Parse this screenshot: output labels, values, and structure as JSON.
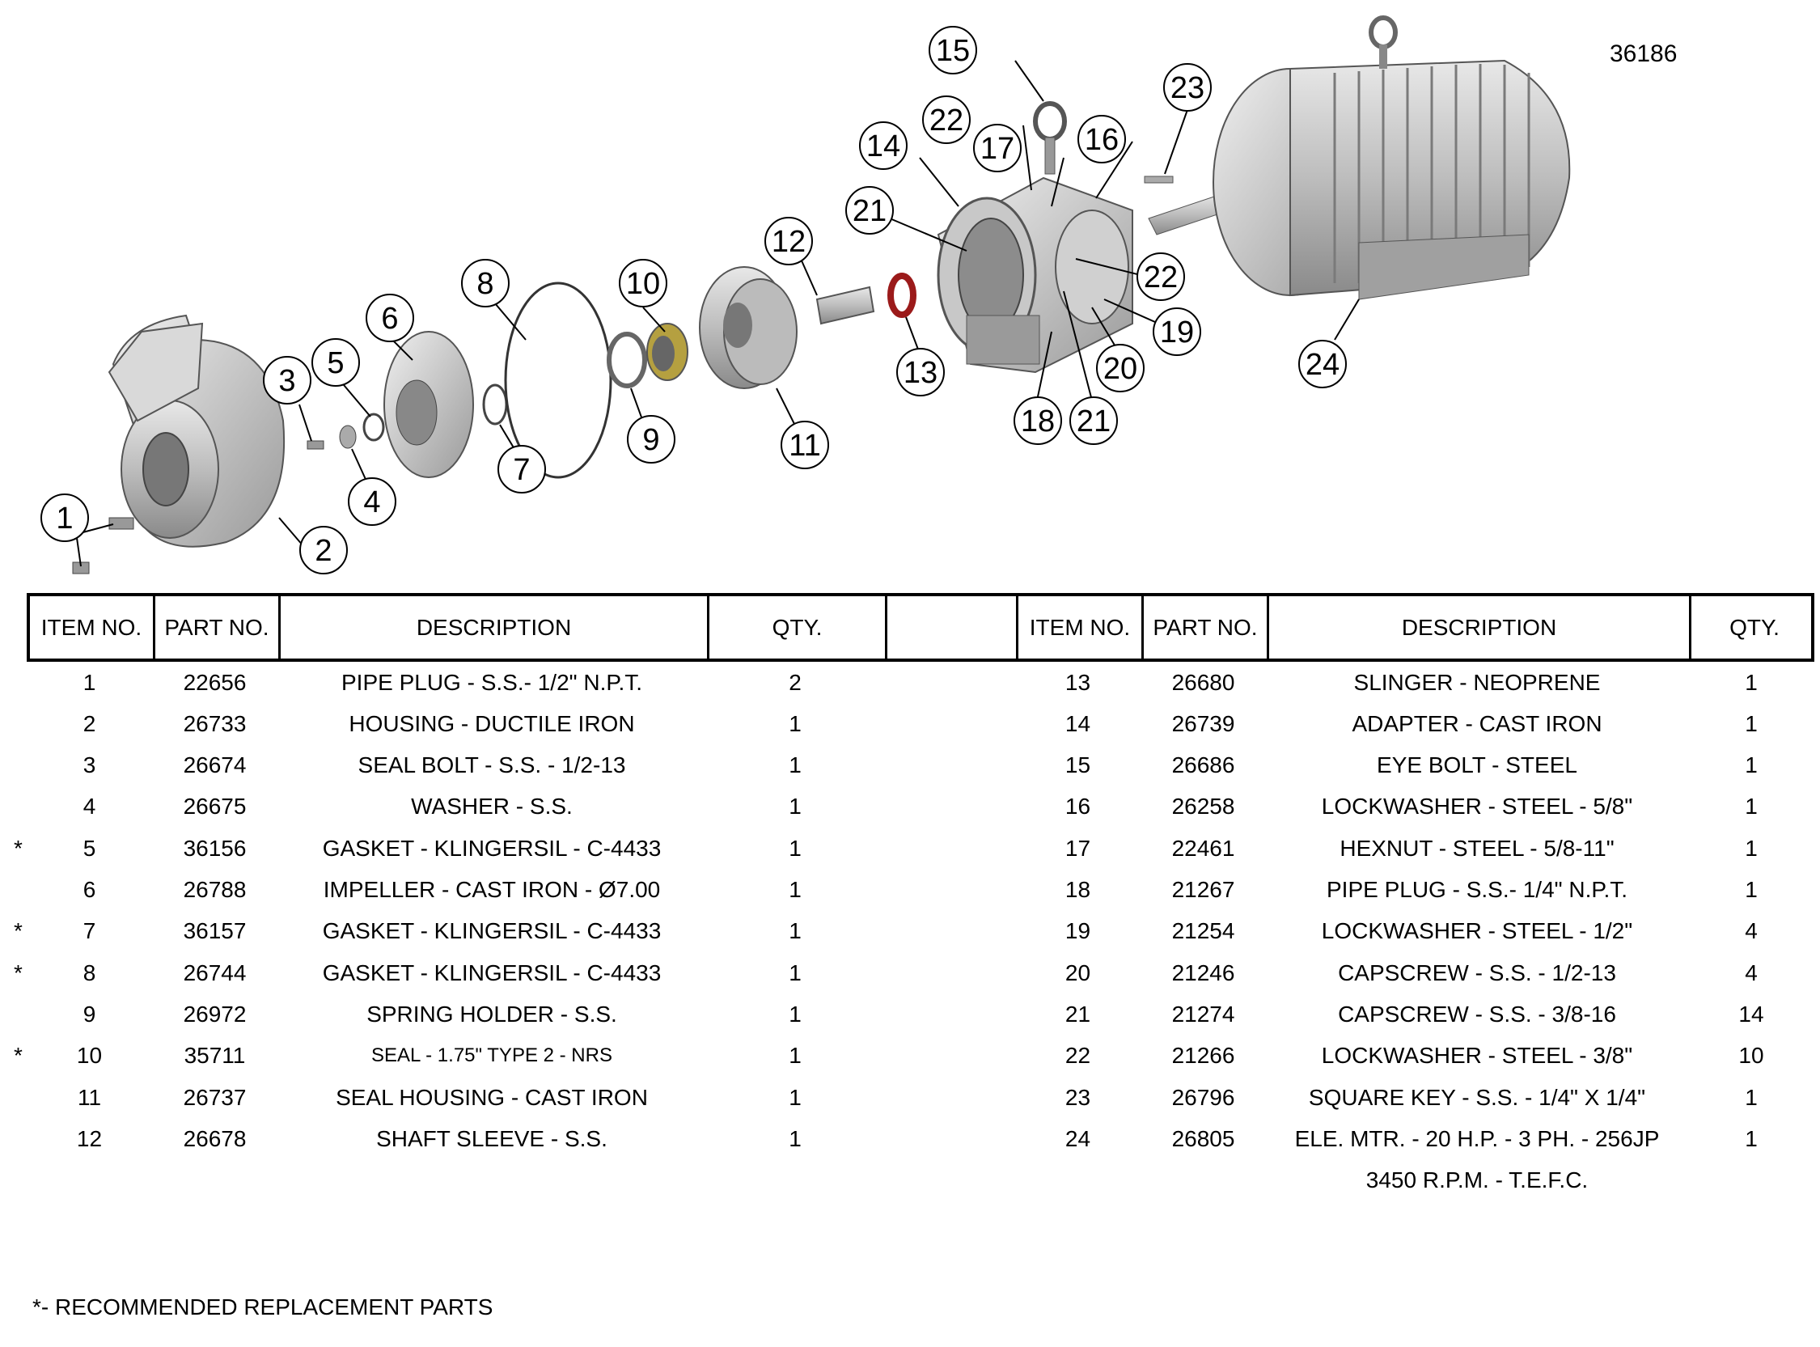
{
  "doc_number": "36186",
  "headers": [
    "ITEM NO.",
    "PART NO.",
    "DESCRIPTION",
    "QTY.",
    "",
    "ITEM NO.",
    "PART NO.",
    "DESCRIPTION",
    "QTY."
  ],
  "rows": [
    {
      "mark": "",
      "left": [
        "1",
        "22656",
        "PIPE PLUG - S.S.- 1/2\" N.P.T.",
        "2"
      ],
      "right": [
        "13",
        "26680",
        "SLINGER - NEOPRENE",
        "1"
      ]
    },
    {
      "mark": "",
      "left": [
        "2",
        "26733",
        "HOUSING - DUCTILE IRON",
        "1"
      ],
      "right": [
        "14",
        "26739",
        "ADAPTER - CAST IRON",
        "1"
      ]
    },
    {
      "mark": "",
      "left": [
        "3",
        "26674",
        "SEAL BOLT - S.S. - 1/2-13",
        "1"
      ],
      "right": [
        "15",
        "26686",
        "EYE BOLT - STEEL",
        "1"
      ]
    },
    {
      "mark": "",
      "left": [
        "4",
        "26675",
        "WASHER - S.S.",
        "1"
      ],
      "right": [
        "16",
        "26258",
        "LOCKWASHER - STEEL - 5/8\"",
        "1"
      ]
    },
    {
      "mark": "*",
      "left": [
        "5",
        "36156",
        "GASKET - KLINGERSIL - C-4433",
        "1"
      ],
      "right": [
        "17",
        "22461",
        "HEXNUT - STEEL - 5/8-11\"",
        "1"
      ]
    },
    {
      "mark": "",
      "left": [
        "6",
        "26788",
        "IMPELLER - CAST IRON - Ø7.00",
        "1"
      ],
      "right": [
        "18",
        "21267",
        "PIPE PLUG - S.S.- 1/4\" N.P.T.",
        "1"
      ]
    },
    {
      "mark": "*",
      "left": [
        "7",
        "36157",
        "GASKET - KLINGERSIL - C-4433",
        "1"
      ],
      "right": [
        "19",
        "21254",
        "LOCKWASHER - STEEL - 1/2\"",
        "4"
      ]
    },
    {
      "mark": "*",
      "left": [
        "8",
        "26744",
        "GASKET - KLINGERSIL - C-4433",
        "1"
      ],
      "right": [
        "20",
        "21246",
        "CAPSCREW - S.S. - 1/2-13",
        "4"
      ]
    },
    {
      "mark": "",
      "left": [
        "9",
        "26972",
        "SPRING HOLDER - S.S.",
        "1"
      ],
      "right": [
        "21",
        "21274",
        "CAPSCREW - S.S. - 3/8-16",
        "14"
      ]
    },
    {
      "mark": "*",
      "left": [
        "10",
        "35711",
        "SEAL - 1.75\" TYPE 2 - NRS",
        "1"
      ],
      "right": [
        "22",
        "21266",
        "LOCKWASHER - STEEL - 3/8\"",
        "10"
      ]
    },
    {
      "mark": "",
      "left": [
        "11",
        "26737",
        "SEAL HOUSING - CAST IRON",
        "1"
      ],
      "right": [
        "23",
        "26796",
        "SQUARE KEY - S.S. - 1/4\" X 1/4\"",
        "1"
      ]
    },
    {
      "mark": "",
      "left": [
        "12",
        "26678",
        "SHAFT SLEEVE - S.S.",
        "1"
      ],
      "right": [
        "24",
        "26805",
        "ELE. MTR. - 20 H.P. - 3 PH. - 256JP",
        "1"
      ]
    },
    {
      "mark": "",
      "left": [
        "",
        "",
        "",
        ""
      ],
      "right": [
        "",
        "",
        "3450 R.P.M. - T.E.F.C.",
        ""
      ]
    }
  ],
  "footnote": "*- RECOMMENDED REPLACEMENT PARTS",
  "callouts": [
    "1",
    "2",
    "3",
    "4",
    "5",
    "6",
    "7",
    "8",
    "9",
    "10",
    "11",
    "12",
    "13",
    "14",
    "15",
    "16",
    "17",
    "18",
    "19",
    "20",
    "21",
    "22",
    "23",
    "24",
    "21",
    "22"
  ]
}
